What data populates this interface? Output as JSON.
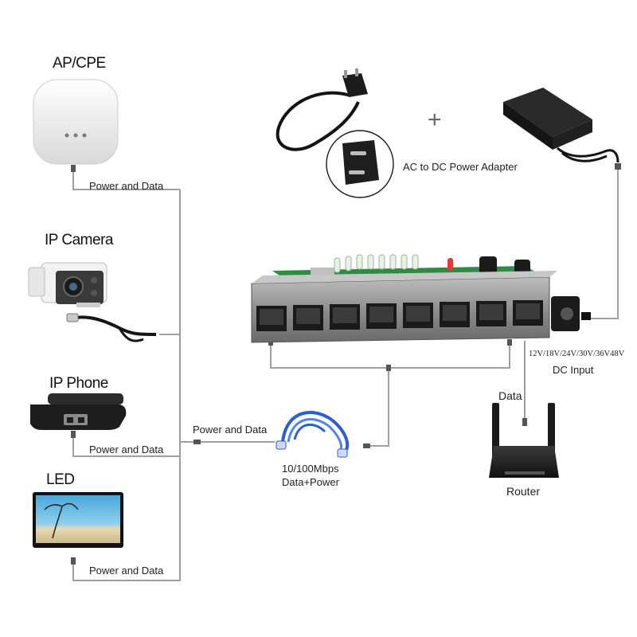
{
  "devices": [
    {
      "name": "AP/CPE",
      "connection": "Power and Data"
    },
    {
      "name": "IP Camera",
      "connection": ""
    },
    {
      "name": "IP Phone",
      "connection": "Power and Data"
    },
    {
      "name": "LED",
      "connection": "Power and Data"
    }
  ],
  "labels": {
    "adapter": "AC to DC Power Adapter",
    "plus": "+",
    "trunk": "Power and Data",
    "cable_line1": "10/100Mbps",
    "cable_line2": "Data+Power",
    "voltages": "12V/18V/24V/30V/36V48V",
    "dc_input": "DC Input",
    "data": "Data",
    "router": "Router"
  },
  "switch": {
    "ports": 8,
    "leds": 8
  },
  "colors": {
    "cable": "#9a9a9a",
    "pcb": "#2f8a45",
    "lan_cable": "#2a5fd0",
    "metal": "#8e8e8e"
  }
}
